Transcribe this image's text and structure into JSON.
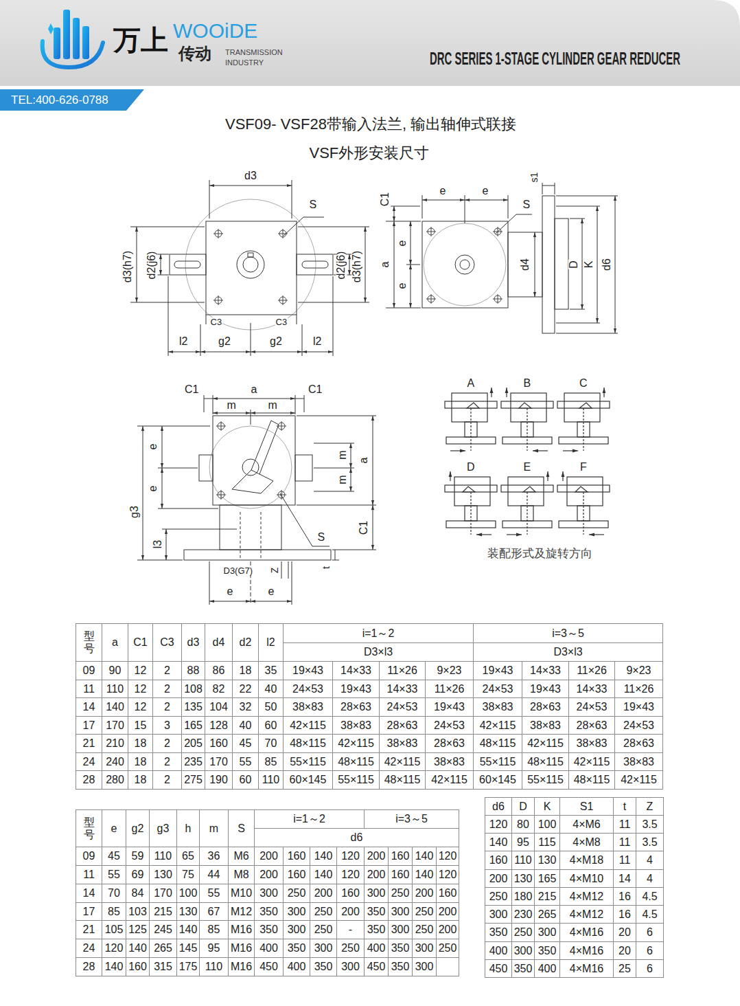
{
  "diagram": {
    "title": "VSF09- VSF28带输入法兰, 输出轴伸式联接",
    "nodes": [
      {
        "text": [
          "TEL:400-626-0788"
        ]
      }
    ],
    "labels": [
      "万上",
      "WOOiDE",
      "传动",
      "TRANSMISSION",
      "INDUSTRY",
      "DRC SERIES 1-STAGE CYLINDER GEAR REDUCER",
      "VSF外形安装尺寸",
      "d3",
      "S",
      "d3(h7)",
      "d2(j6)",
      "d2(j6)",
      "d3(h7)",
      "C3",
      "C3",
      "l2",
      "g2",
      "g2",
      "l2",
      "C1",
      "e",
      "e",
      "s1",
      "S",
      "a",
      "e",
      "e",
      "d4",
      "D",
      "K",
      "d6",
      "C1",
      "a",
      "C1",
      "m",
      "m",
      "e",
      "e",
      "m",
      "m",
      "a",
      "g3",
      "l3",
      "S",
      "C1",
      "D3(G7)",
      "Z",
      "t",
      "e",
      "e",
      "A",
      "B",
      "C",
      "D",
      "E",
      "F",
      "装配形式及旋转方向",
      "型号",
      "a",
      "C1",
      "C3",
      "d3",
      "d4",
      "d2",
      "l2",
      "i=1～2",
      "D3×l3",
      "i=3～5",
      "D3×l3",
      "09",
      "90",
      "12",
      "2",
      "88",
      "86",
      "18",
      "35",
      "19×43",
      "14×33",
      "11×26",
      "9×23",
      "19×43",
      "14×33",
      "11×26",
      "9×23",
      "11",
      "110",
      "12",
      "2",
      "108",
      "82",
      "22",
      "40",
      "24×53",
      "19×43",
      "14×33",
      "11×26",
      "24×53",
      "19×43",
      "14×33",
      "11×26",
      "14",
      "140",
      "12",
      "2",
      "135",
      "104",
      "32",
      "50",
      "38×83",
      "28×63",
      "24×53",
      "19×43",
      "38×83",
      "28×63",
      "24×53",
      "19×43",
      "17",
      "170",
      "15",
      "3",
      "165",
      "128",
      "40",
      "60",
      "42×115",
      "38×83",
      "28×63",
      "24×53",
      "42×115",
      "38×83",
      "28×63",
      "24×53",
      "21",
      "210",
      "18",
      "2",
      "205",
      "160",
      "45",
      "70",
      "48×115",
      "42×115",
      "38×83",
      "28×63",
      "48×115",
      "42×115",
      "38×83",
      "28×63",
      "24",
      "240",
      "18",
      "2",
      "235",
      "170",
      "55",
      "85",
      "55×115",
      "48×115",
      "42×115",
      "38×83",
      "55×115",
      "48×115",
      "42×115",
      "38×83",
      "28",
      "280",
      "18",
      "2",
      "275",
      "190",
      "60",
      "110",
      "60×145",
      "55×115",
      "48×115",
      "42×115",
      "60×145",
      "55×115",
      "48×115",
      "42×115",
      "型号",
      "e",
      "g2",
      "g3",
      "h",
      "m",
      "S",
      "i=1～2",
      "i=3～5",
      "d6",
      "09",
      "45",
      "59",
      "110",
      "65",
      "36",
      "M6",
      "200",
      "160",
      "140",
      "120",
      "200",
      "160",
      "140",
      "120",
      "11",
      "55",
      "69",
      "130",
      "75",
      "44",
      "M8",
      "200",
      "160",
      "140",
      "120",
      "200",
      "160",
      "140",
      "120",
      "14",
      "70",
      "84",
      "170",
      "100",
      "55",
      "M10",
      "300",
      "250",
      "200",
      "160",
      "300",
      "250",
      "200",
      "160",
      "17",
      "85",
      "103",
      "215",
      "130",
      "67",
      "M12",
      "350",
      "300",
      "250",
      "200",
      "350",
      "300",
      "250",
      "200",
      "21",
      "105",
      "125",
      "245",
      "140",
      "85",
      "M16",
      "350",
      "300",
      "250",
      "-",
      "350",
      "300",
      "250",
      "200",
      "24",
      "120",
      "140",
      "265",
      "145",
      "95",
      "M16",
      "400",
      "350",
      "300",
      "250",
      "400",
      "350",
      "300",
      "250",
      "28",
      "140",
      "160",
      "315",
      "175",
      "110",
      "M16",
      "450",
      "400",
      "350",
      "300",
      "450",
      "350",
      "300",
      "d6",
      "D",
      "K",
      "S1",
      "t",
      "Z",
      "120",
      "80",
      "100",
      "4×M6",
      "11",
      "3.5",
      "140",
      "95",
      "115",
      "4×M8",
      "11",
      "3.5",
      "160",
      "110",
      "130",
      "4×M18",
      "11",
      "4",
      "200",
      "130",
      "165",
      "4×M10",
      "14",
      "4",
      "250",
      "180",
      "215",
      "4×M12",
      "16",
      "4.5",
      "300",
      "230",
      "265",
      "4×M12",
      "16",
      "4.5",
      "350",
      "250",
      "300",
      "4×M16",
      "20",
      "6",
      "400",
      "300",
      "350",
      "4×M16",
      "20",
      "6",
      "450",
      "350",
      "400",
      "4×M16",
      "25",
      "6"
    ]
  }
}
